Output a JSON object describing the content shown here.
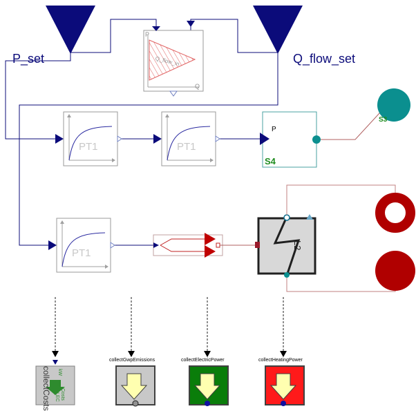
{
  "inputs": {
    "p_set_label": "P_set",
    "q_flow_set_label": "Q_flow_set"
  },
  "table_block": {
    "p_label": "P",
    "q_label": "Q",
    "inner_label": "Q_flow_in"
  },
  "pt1_blocks": [
    {
      "label": "PT1"
    },
    {
      "label": "PT1"
    },
    {
      "label": "PT1"
    }
  ],
  "electric_source": {
    "port_label": "P",
    "name": "S4"
  },
  "grid_terminal": {
    "label": "S3"
  },
  "heat_exchanger": {
    "label": "L2"
  },
  "collectors": [
    {
      "title": "",
      "rotated_title": "collectCosts",
      "side_labels": [
        "kW",
        "Costs",
        "LEC"
      ],
      "color": "#c8c8c8"
    },
    {
      "title": "collectGwpEmissions",
      "color": "#c8c8c8"
    },
    {
      "title": "collectElectricPower",
      "color": "#0a7d0a"
    },
    {
      "title": "collectHeatingPower",
      "color": "#ff1a1a"
    }
  ],
  "colors": {
    "signal_navy": "#0b0b7a",
    "electric_teal": "#0b8f8f",
    "heat_red": "#b00000",
    "label_green": "#1f8c1f"
  }
}
